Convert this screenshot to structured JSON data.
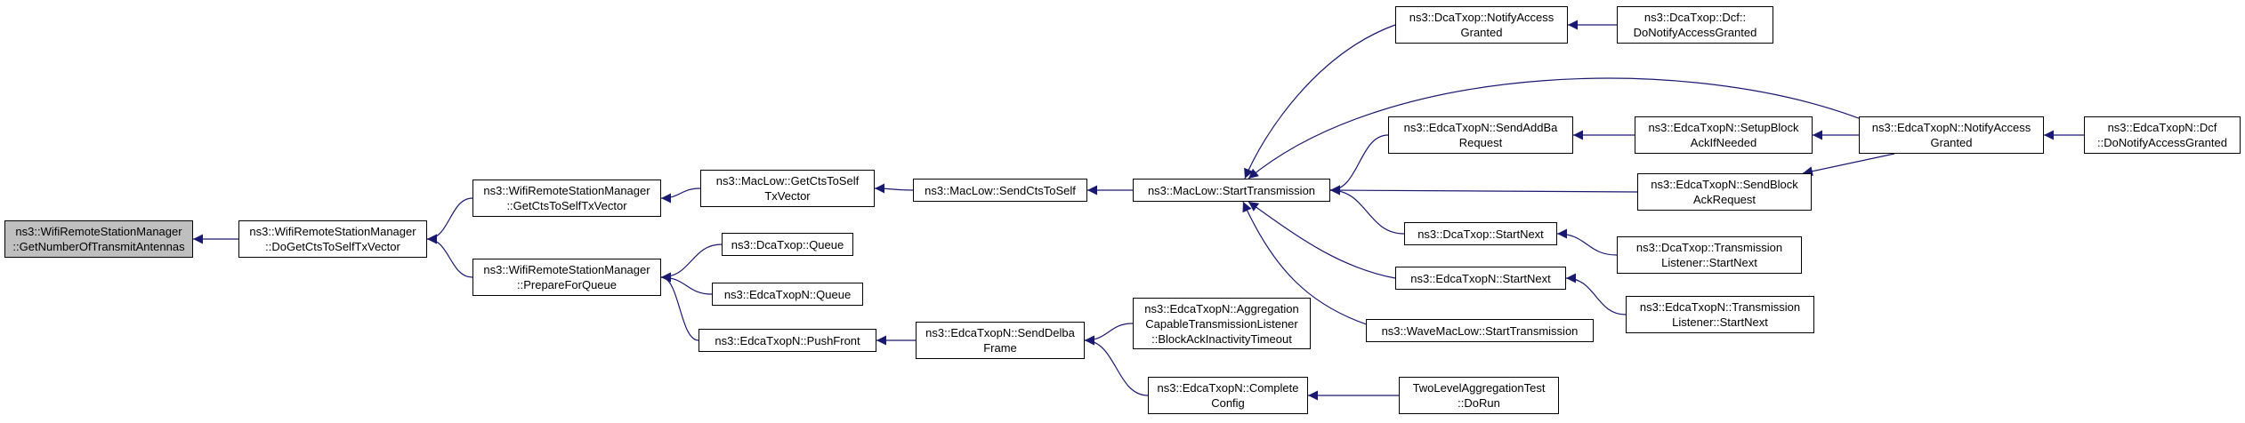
{
  "colors": {
    "edge": "#191970",
    "root_fill": "#bfbfbf",
    "node_fill": "#ffffff",
    "border": "#000000"
  },
  "nodes": [
    {
      "id": "root",
      "lines": [
        "ns3::WifiRemoteStationManager",
        "::GetNumberOfTransmitAntennas"
      ],
      "root": true
    },
    {
      "id": "doget",
      "lines": [
        "ns3::WifiRemoteStationManager",
        "::DoGetCtsToSelfTxVector"
      ]
    },
    {
      "id": "getcts",
      "lines": [
        "ns3::WifiRemoteStationManager",
        "::GetCtsToSelfTxVector"
      ]
    },
    {
      "id": "prepare",
      "lines": [
        "ns3::WifiRemoteStationManager",
        "::PrepareForQueue"
      ]
    },
    {
      "id": "maclowget",
      "lines": [
        "ns3::MacLow::GetCtsToSelf",
        "TxVector"
      ]
    },
    {
      "id": "dcaqueue",
      "lines": [
        "ns3::DcaTxop::Queue"
      ]
    },
    {
      "id": "edcaqueue",
      "lines": [
        "ns3::EdcaTxopN::Queue"
      ]
    },
    {
      "id": "pushfront",
      "lines": [
        "ns3::EdcaTxopN::PushFront"
      ]
    },
    {
      "id": "sendcts",
      "lines": [
        "ns3::MacLow::SendCtsToSelf"
      ]
    },
    {
      "id": "senddelba",
      "lines": [
        "ns3::EdcaTxopN::SendDelba",
        "Frame"
      ]
    },
    {
      "id": "starttx",
      "lines": [
        "ns3::MacLow::StartTransmission"
      ]
    },
    {
      "id": "aggtimeout",
      "lines": [
        "ns3::EdcaTxopN::Aggregation",
        "CapableTransmissionListener",
        "::BlockAckInactivityTimeout"
      ]
    },
    {
      "id": "complete",
      "lines": [
        "ns3::EdcaTxopN::Complete",
        "Config"
      ]
    },
    {
      "id": "dcanotify",
      "lines": [
        "ns3::DcaTxop::NotifyAccess",
        "Granted"
      ]
    },
    {
      "id": "sendaddba",
      "lines": [
        "ns3::EdcaTxopN::SendAddBa",
        "Request"
      ]
    },
    {
      "id": "dcastartnext",
      "lines": [
        "ns3::DcaTxop::StartNext"
      ]
    },
    {
      "id": "edcastartnext",
      "lines": [
        "ns3::EdcaTxopN::StartNext"
      ]
    },
    {
      "id": "wavemaclow",
      "lines": [
        "ns3::WaveMacLow::StartTransmission"
      ]
    },
    {
      "id": "twolevel",
      "lines": [
        "TwoLevelAggregationTest",
        "::DoRun"
      ]
    },
    {
      "id": "dcfnotify",
      "lines": [
        "ns3::DcaTxop::Dcf::",
        "DoNotifyAccessGranted"
      ]
    },
    {
      "id": "setupblock",
      "lines": [
        "ns3::EdcaTxopN::SetupBlock",
        "AckIfNeeded"
      ]
    },
    {
      "id": "sendblock",
      "lines": [
        "ns3::EdcaTxopN::SendBlock",
        "AckRequest"
      ]
    },
    {
      "id": "dcatlsn",
      "lines": [
        "ns3::DcaTxop::Transmission",
        "Listener::StartNext"
      ]
    },
    {
      "id": "edcatlsn",
      "lines": [
        "ns3::EdcaTxopN::Transmission",
        "Listener::StartNext"
      ]
    },
    {
      "id": "edcanotify",
      "lines": [
        "ns3::EdcaTxopN::NotifyAccess",
        "Granted"
      ]
    },
    {
      "id": "edcadcf",
      "lines": [
        "ns3::EdcaTxopN::Dcf",
        "::DoNotifyAccessGranted"
      ]
    }
  ],
  "edges": [
    {
      "from": "doget",
      "to": "root"
    },
    {
      "from": "getcts",
      "to": "doget"
    },
    {
      "from": "prepare",
      "to": "doget"
    },
    {
      "from": "maclowget",
      "to": "getcts"
    },
    {
      "from": "dcaqueue",
      "to": "prepare"
    },
    {
      "from": "edcaqueue",
      "to": "prepare"
    },
    {
      "from": "pushfront",
      "to": "prepare"
    },
    {
      "from": "sendcts",
      "to": "maclowget"
    },
    {
      "from": "senddelba",
      "to": "pushfront"
    },
    {
      "from": "starttx",
      "to": "sendcts"
    },
    {
      "from": "aggtimeout",
      "to": "senddelba"
    },
    {
      "from": "complete",
      "to": "senddelba"
    },
    {
      "from": "dcanotify",
      "to": "starttx"
    },
    {
      "from": "edcanotify",
      "to": "starttx"
    },
    {
      "from": "sendaddba",
      "to": "starttx"
    },
    {
      "from": "sendblock",
      "to": "starttx"
    },
    {
      "from": "dcastartnext",
      "to": "starttx"
    },
    {
      "from": "edcastartnext",
      "to": "starttx"
    },
    {
      "from": "wavemaclow",
      "to": "starttx"
    },
    {
      "from": "twolevel",
      "to": "complete"
    },
    {
      "from": "dcfnotify",
      "to": "dcanotify"
    },
    {
      "from": "setupblock",
      "to": "sendaddba"
    },
    {
      "from": "edcanotify",
      "to": "setupblock"
    },
    {
      "from": "edcanotify",
      "to": "sendblock"
    },
    {
      "from": "dcatlsn",
      "to": "dcastartnext"
    },
    {
      "from": "edcatlsn",
      "to": "edcastartnext"
    },
    {
      "from": "edcadcf",
      "to": "edcanotify"
    }
  ]
}
